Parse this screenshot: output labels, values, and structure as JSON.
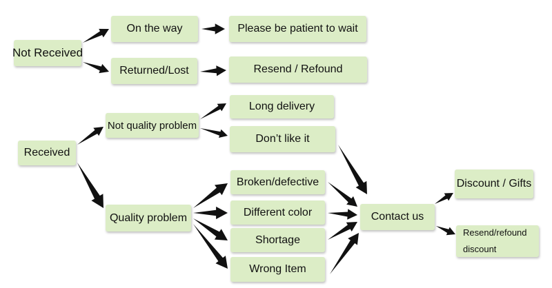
{
  "nodes": {
    "not_received": "Not Received",
    "on_the_way": "On the way",
    "please_wait": "Please be patient to wait",
    "returned_lost": "Returned/Lost",
    "resend_refound": "Resend / Refound",
    "received": "Received",
    "not_quality_problem": "Not quality problem",
    "long_delivery": "Long delivery",
    "dont_like_it": "Don’t like it",
    "quality_problem": "Quality problem",
    "broken_defective": "Broken/defective",
    "different_color": "Different color",
    "shortage": "Shortage",
    "wrong_item": "Wrong Item",
    "contact_us": "Contact us",
    "discount_gifts": "Discount / Gifts",
    "resend_refound_line1": "Resend/refound",
    "resend_refound_line2": "discount"
  },
  "colors": {
    "box_fill": "#dcedc6",
    "arrow": "#111111"
  }
}
